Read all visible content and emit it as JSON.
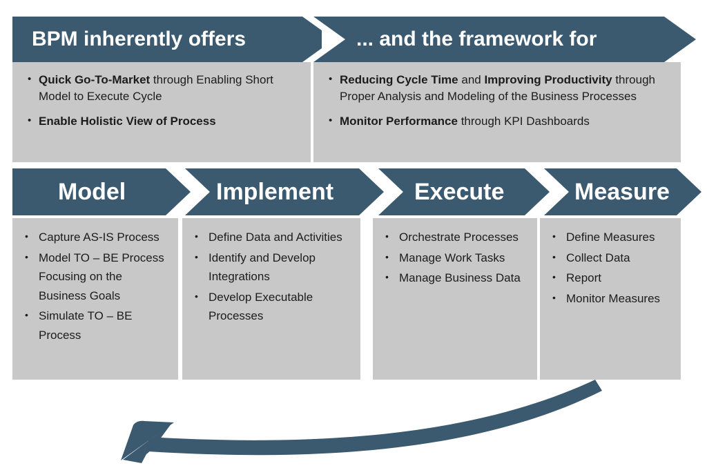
{
  "colors": {
    "navy": "#3b5a70",
    "panel_gray": "#c8c8c8",
    "background": "#ffffff",
    "header_text": "#ffffff",
    "body_text": "#1c1c1c"
  },
  "top_row": {
    "panels": [
      {
        "title": "BPM inherently offers",
        "bullets": [
          {
            "lead": "Quick Go-To-Market",
            "rest": " through Enabling Short Model to Execute Cycle"
          },
          {
            "lead": "Enable Holistic View of Process",
            "rest": ""
          }
        ]
      },
      {
        "title": "... and the framework for",
        "bullets": [
          {
            "lead": "Reducing Cycle Time",
            "mid": " and ",
            "lead2": "Improving Productivity",
            "rest": " through Proper Analysis and Modeling of the Business Processes"
          },
          {
            "lead": "Monitor Performance",
            "rest": " through KPI Dashboards"
          }
        ]
      }
    ]
  },
  "stages": [
    {
      "name": "Model",
      "items": [
        "Capture AS-IS Process",
        "Model TO – BE Process Focusing on the Business Goals",
        "Simulate TO – BE Process"
      ]
    },
    {
      "name": "Implement",
      "items": [
        "Define Data and Activities",
        "Identify and Develop Integrations",
        "Develop Executable Processes"
      ]
    },
    {
      "name": "Execute",
      "items": [
        "Orchestrate Processes",
        "Manage Work Tasks",
        "Manage Business Data"
      ]
    },
    {
      "name": "Measure",
      "items": [
        "Define Measures",
        "Collect Data",
        "Report",
        "Monitor Measures"
      ]
    }
  ],
  "feedback_loop": {
    "icon": "curved-left-arrow",
    "direction": "right-to-left"
  }
}
